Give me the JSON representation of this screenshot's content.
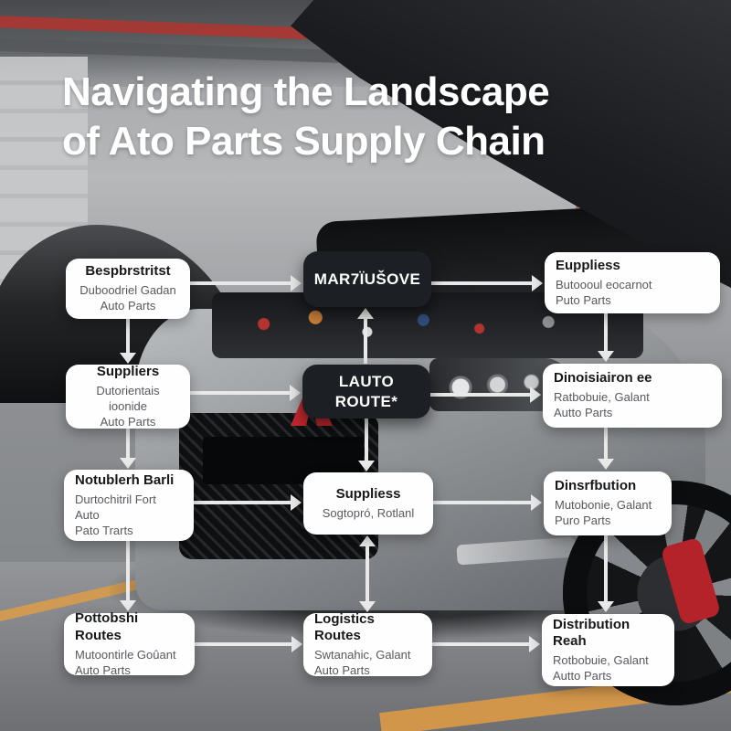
{
  "title": {
    "line1": "Navigating the Landscape",
    "line2": "of Ato Parts Supply Chain"
  },
  "nodes": [
    {
      "id": "l1",
      "title": "Bespbrstritst",
      "sub1": "Duboodriel Gadan",
      "sub2": "Auto Parts"
    },
    {
      "id": "l2",
      "title": "Suppliers",
      "sub1": "Dutorientais ioonide",
      "sub2": "Auto Parts"
    },
    {
      "id": "l3",
      "title": "Notublerh Barli",
      "sub1": "Durtochitril Fort Auto",
      "sub2": "Pato Trarts"
    },
    {
      "id": "l4",
      "title": "Pottobshi Routes",
      "sub1": "Mutoontirle Goûant",
      "sub2": "Auto Parts"
    },
    {
      "id": "m1",
      "title": "MAR7ÏUŠOVE"
    },
    {
      "id": "m2",
      "title": "LAUTO ROUTE*"
    },
    {
      "id": "m3",
      "title": "Suppliess",
      "sub1": "Sogtopró, Rotlanl"
    },
    {
      "id": "m4",
      "title": "Logistics Routes",
      "sub1": "Swtanahic, Galant",
      "sub2": "Auto Parts"
    },
    {
      "id": "r1",
      "title": "Euppliess",
      "sub1": "Butoooul eocarnot",
      "sub2": "Puto Parts"
    },
    {
      "id": "r2",
      "title": "Dinoisiairon ee",
      "sub1": "Ratbobuie, Galant",
      "sub2": "Autto Parts"
    },
    {
      "id": "r3",
      "title": "Dinsrfbution",
      "sub1": "Mutobonie, Galant",
      "sub2": "Puro Parts"
    },
    {
      "id": "r4",
      "title": "Distribution Reah",
      "sub1": "Rotbobuie, Galant",
      "sub2": "Autto Parts"
    }
  ],
  "colors": {
    "accent_red": "#c1272d",
    "node_light_bg": "#fefefe",
    "node_dark_bg": "#1c1f24",
    "arrow": "#e9e9e9",
    "title_text": "#ffffff"
  }
}
